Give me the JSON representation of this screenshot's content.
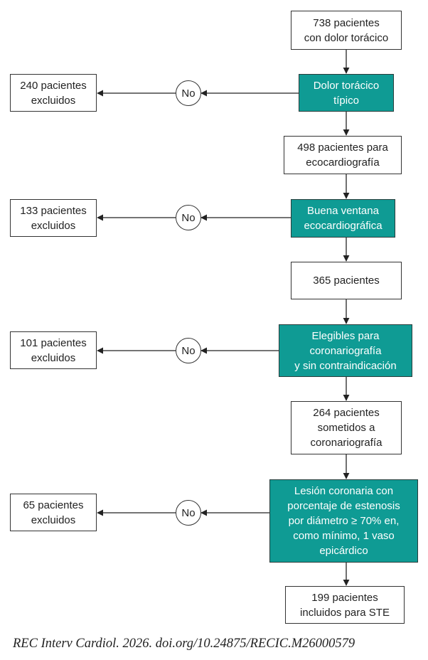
{
  "flowchart": {
    "start": "738 pacientes\ncon dolor torácico",
    "steps": [
      {
        "criterion": "Dolor torácico\ntípico",
        "excluded": "240 pacientes\nexcluidos",
        "branch": "No",
        "remaining": "498 pacientes para\necocardiografía"
      },
      {
        "criterion": "Buena ventana\necocardiográfica",
        "excluded": "133 pacientes\nexcluidos",
        "branch": "No",
        "remaining": "365 pacientes"
      },
      {
        "criterion": "Elegibles para\ncoronariografía\ny sin contraindicación",
        "excluded": "101 pacientes\nexcluidos",
        "branch": "No",
        "remaining": "264 pacientes\nsometidos a\ncoronariografía"
      },
      {
        "criterion": "Lesión coronaria con\nporcentaje de estenosis\npor diámetro ≥ 70% en,\ncomo mínimo, 1 vaso\nepicárdico",
        "excluded": "65 pacientes\nexcluidos",
        "branch": "No",
        "remaining": "199 pacientes\nincluidos para STE"
      }
    ]
  },
  "citation": "REC Interv Cardiol. 2026. doi.org/10.24875/RECIC.M26000579",
  "colors": {
    "decision_fill": "#0f9b94",
    "decision_text": "#ffffff",
    "line": "#222222"
  }
}
